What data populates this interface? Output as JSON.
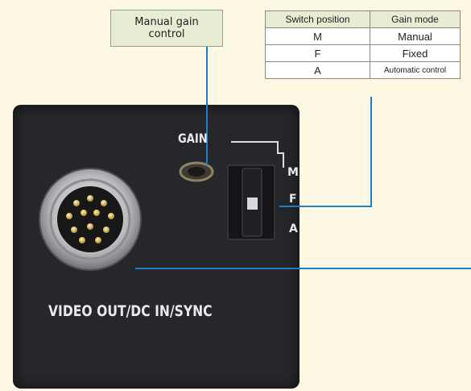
{
  "callout": {
    "line1": "Manual gain",
    "line2": "control"
  },
  "table": {
    "headers": [
      "Switch position",
      "Gain mode"
    ],
    "rows": [
      [
        "M",
        "Manual"
      ],
      [
        "F",
        "Fixed"
      ],
      [
        "A",
        "Automatic control"
      ]
    ]
  },
  "camera": {
    "gain_label": "GAIN",
    "switch_positions": [
      "M",
      "F",
      "A"
    ],
    "connector_label": "VIDEO OUT/DC IN/SYNC"
  },
  "colors": {
    "leader_line": "#1f7fc6",
    "panel": "#26272a",
    "label_fill": "#e7ecd2",
    "background": "#fdf8e4"
  }
}
